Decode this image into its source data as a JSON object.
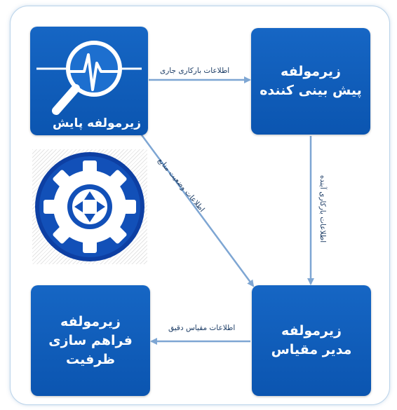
{
  "diagram": {
    "nodes": {
      "monitor": {
        "label": "زیرمولفه پایش"
      },
      "predictor": {
        "line1": "زیرمولفه",
        "line2": "پیش بینی کننده"
      },
      "scale_manager": {
        "line1": "زیرمولفه",
        "line2": "مدیر مقیاس"
      },
      "capacity_provisioning": {
        "line1": "زیرمولفه",
        "line2": "فراهم سازی",
        "line3": "ظرفیت"
      }
    },
    "edges": {
      "current_load": "اطلاعات بارکاری جاری",
      "resource_status": "اطلاعات وضعیت منابع",
      "future_load": "اطلاعات بارکاری آینده",
      "precise_scale": "اطلاعات مقیاس دقیق"
    },
    "colors": {
      "box": "#0f5db8",
      "arrow": "#7ea6d3",
      "gear_ring": "#0d3fa3"
    },
    "icons": {
      "monitor": "magnifier-pulse-icon",
      "badge": "gear-arrows-icon"
    }
  }
}
